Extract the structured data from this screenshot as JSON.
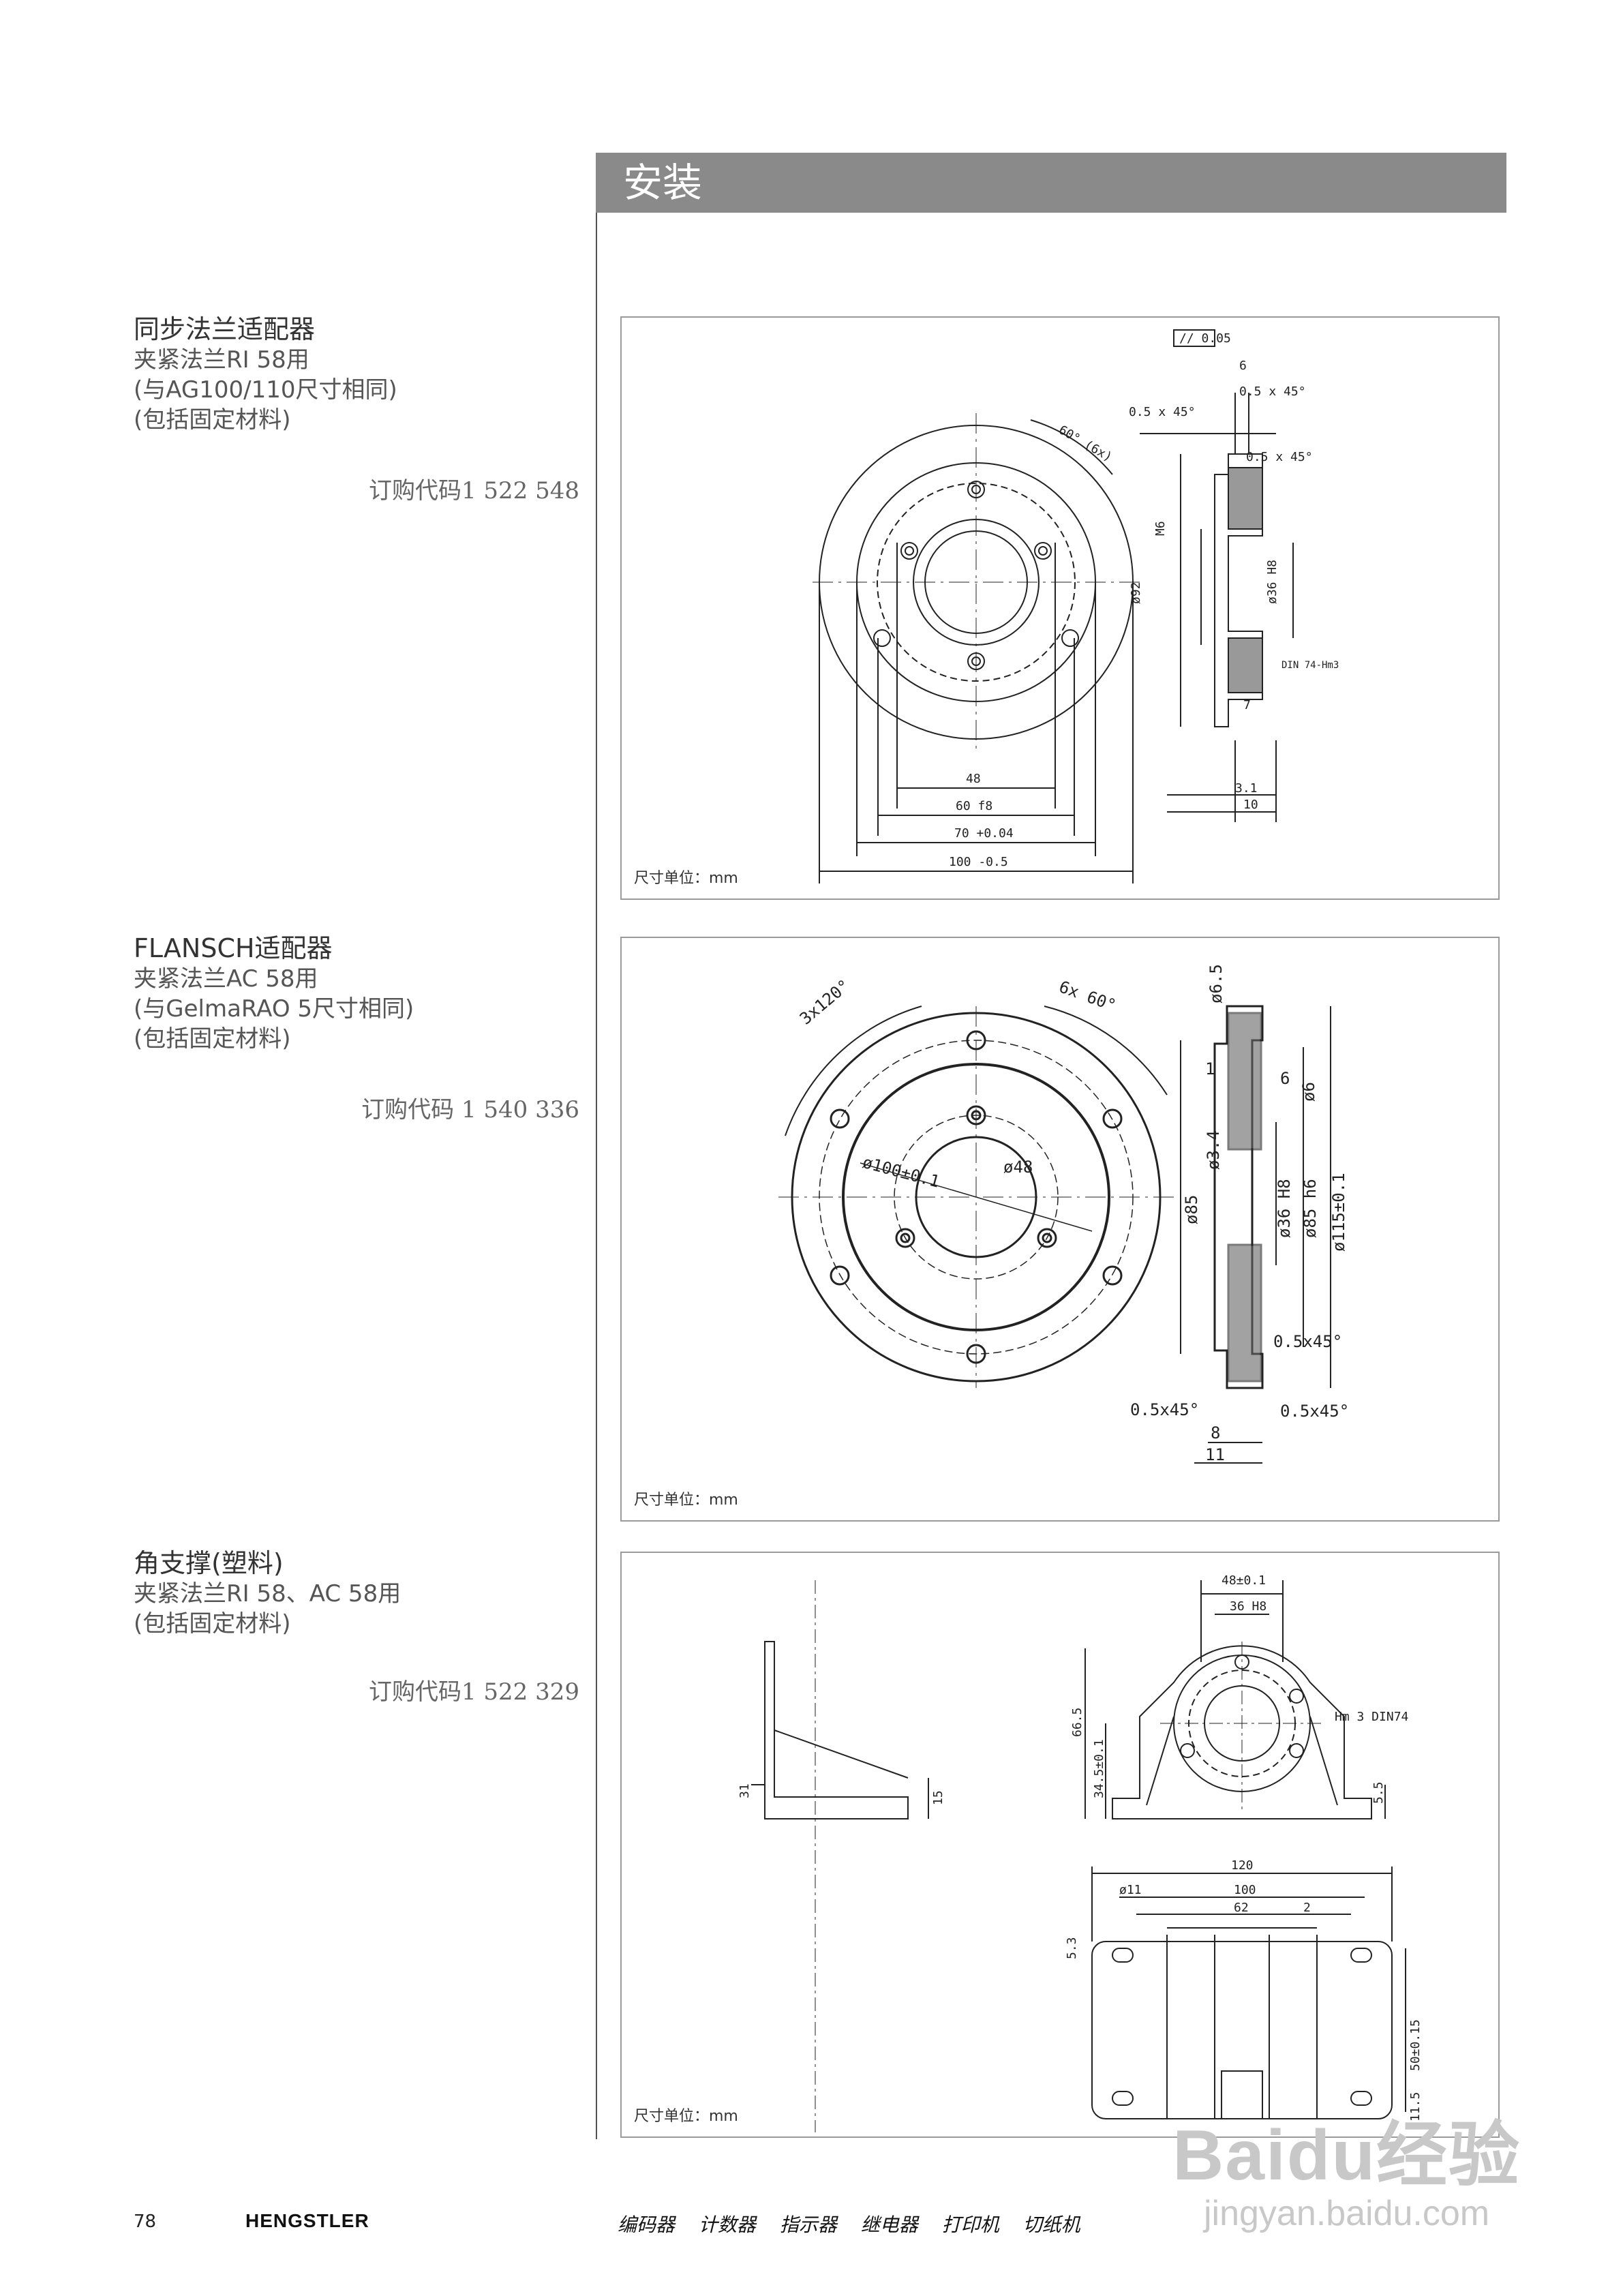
{
  "section": {
    "title": "安装"
  },
  "items": [
    {
      "title": "同步法兰适配器",
      "lines": [
        "夹紧法兰RI 58用",
        "(与AG100/110尺寸相同)",
        "(包括固定材料)"
      ],
      "order": "订购代码1 522 548",
      "unit_note": "尺寸单位：mm",
      "labels": {
        "d1": "0.5 x 45°",
        "d2": "0.5 x 45°",
        "d3": "0.5 x 45°",
        "d4": "6",
        "d5": "60° (6x)",
        "d6": "M6",
        "d7": "ø92",
        "d8": "ø36 H8",
        "d9": "DIN 74-Hm3",
        "d10": "7",
        "d11": "3.1",
        "d12": "10",
        "d13": "48",
        "d14": "60 f8",
        "d15": "70 +0.04",
        "d16": "100 -0.5",
        "d17": "// 0.05"
      }
    },
    {
      "title": "FLANSCH适配器",
      "lines": [
        "夹紧法兰AC 58用",
        "(与GelmaRAO 5尺寸相同)",
        "(包括固定材料)"
      ],
      "order": "订购代码 1 540 336",
      "unit_note": "尺寸单位：mm",
      "labels": {
        "d1": "3x120°",
        "d2": "6x 60°",
        "d3": "ø6.5",
        "d4": "1",
        "d5": "6",
        "d6": "ø6",
        "d7": "ø100±0.1",
        "d8": "ø48",
        "d9": "ø3.4",
        "d10": "ø85",
        "d11": "ø36 H8",
        "d12": "ø85 h6",
        "d13": "ø115±0.1",
        "d14": "0.5x45°",
        "d15": "0.5x45°",
        "d16": "0.5x45°",
        "d17": "8",
        "d18": "11"
      }
    },
    {
      "title": "角支撑(塑料)",
      "lines": [
        "夹紧法兰RI 58、AC 58用",
        "(包括固定材料)"
      ],
      "order": "订购代码1 522 329",
      "unit_note": "尺寸单位：mm",
      "labels": {
        "d1": "48±0.1",
        "d2": "36 H8",
        "d3": "66.5",
        "d4": "34.5±0.1",
        "d5": "Hm 3 DIN74",
        "d6": "5.5",
        "d7": "31",
        "d8": "15",
        "d9": "120",
        "d10": "ø11",
        "d11": "100",
        "d12": "62",
        "d13": "2",
        "d14": "5.3",
        "d15": "50±0.15",
        "d16": "11.5"
      }
    }
  ],
  "footer": {
    "page": "78",
    "brand": "HENGSTLER",
    "categories": [
      "编码器",
      "计数器",
      "指示器",
      "继电器",
      "打印机",
      "切纸机"
    ]
  },
  "watermark": {
    "logo": "Baidu经验",
    "url": "jingyan.baidu.com"
  }
}
